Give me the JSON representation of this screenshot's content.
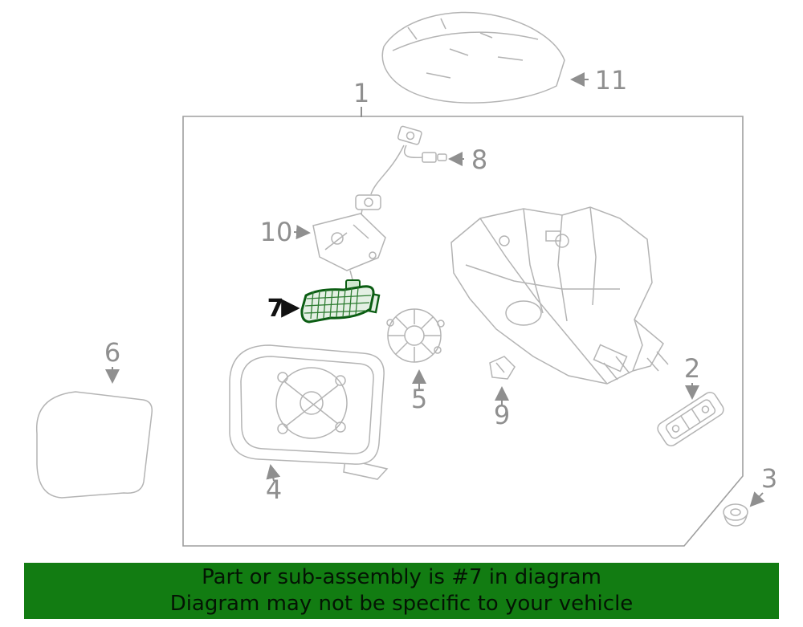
{
  "banner": {
    "line1": "Part or sub-assembly is #7 in diagram",
    "line2": "Diagram may not be specific to your vehicle",
    "bg_color": "#127c12",
    "text_color": "#041404"
  },
  "highlighted_part": "7",
  "labels": [
    {
      "id": "1",
      "text": "1"
    },
    {
      "id": "2",
      "text": "2"
    },
    {
      "id": "3",
      "text": "3"
    },
    {
      "id": "4",
      "text": "4"
    },
    {
      "id": "5",
      "text": "5"
    },
    {
      "id": "6",
      "text": "6"
    },
    {
      "id": "7",
      "text": "7"
    },
    {
      "id": "8",
      "text": "8"
    },
    {
      "id": "9",
      "text": "9"
    },
    {
      "id": "10",
      "text": "10"
    },
    {
      "id": "11",
      "text": "11"
    }
  ],
  "colors": {
    "highlight_green": "#0b5d13",
    "highlight_fill": "#e4f0e4",
    "banner_green": "#127c12",
    "part_line_gray": "#b4b4b4",
    "label_gray": "#8f8f8f",
    "border_gray": "#9f9f9f"
  }
}
